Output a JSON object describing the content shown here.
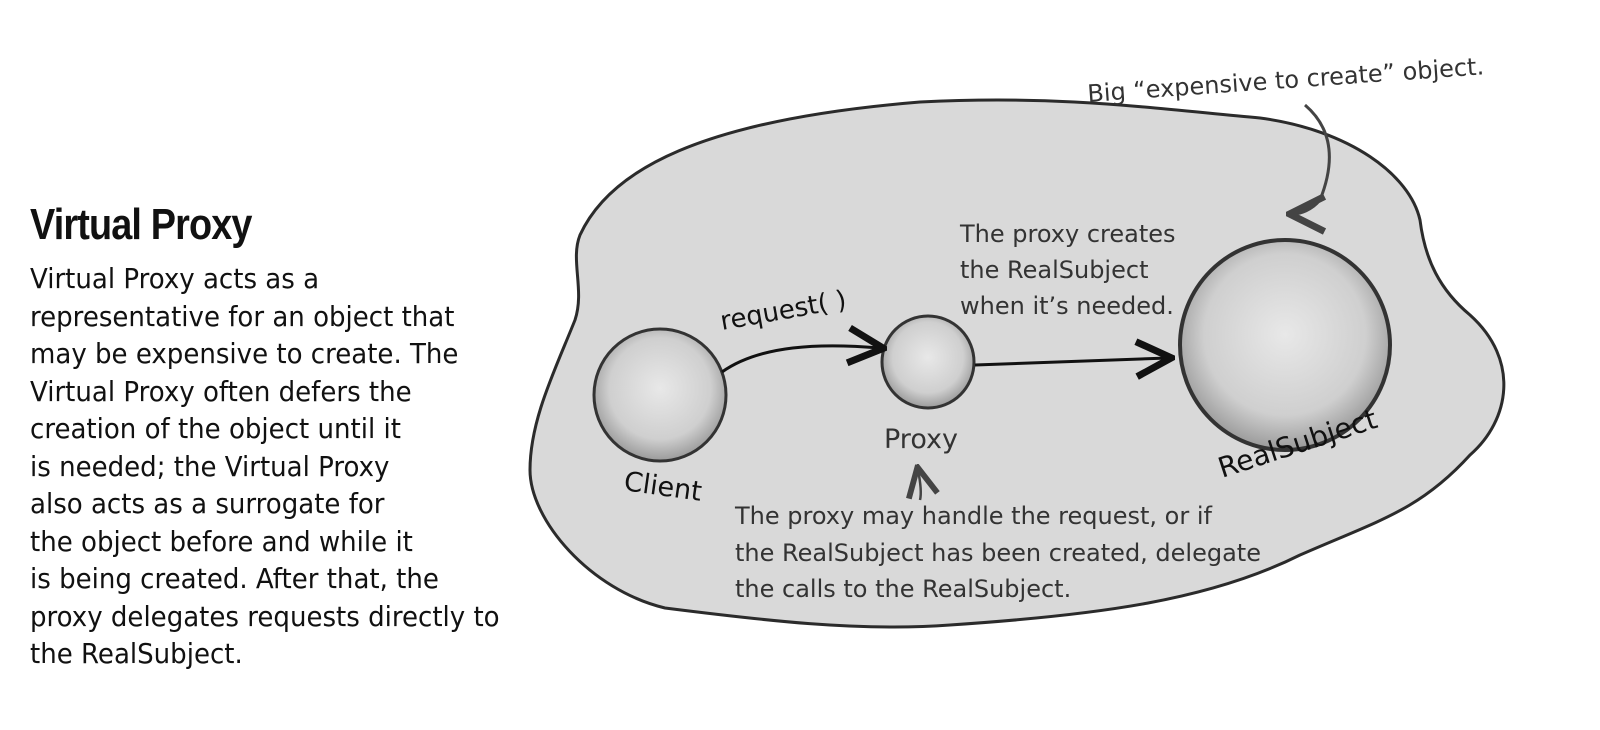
{
  "text_block": {
    "title": "Virtual Proxy",
    "description": "Virtual Proxy acts as a\nrepresentative for an object that\nmay be expensive to create. The\nVirtual Proxy often defers the\ncreation of the object until it\nis needed; the Virtual Proxy\nalso acts as a surrogate for\nthe object before and while it\nis being created.  After that, the\nproxy delegates requests directly to\nthe RealSubject."
  },
  "diagram": {
    "nodes": {
      "client": "Client",
      "proxy": "Proxy",
      "real_subject": "RealSubject"
    },
    "edges": {
      "request": "request( )"
    },
    "annotations": {
      "big_object": "Big “expensive to create” object.",
      "proxy_creates": [
        "The proxy creates",
        "the RealSubject",
        "when it’s needed."
      ],
      "proxy_handles": [
        "The proxy may handle the request, or if",
        "the RealSubject has been created, delegate",
        "the calls to the  RealSubject."
      ]
    },
    "colors": {
      "blob_fill": "#d9d9d9",
      "outline": "#2b2b2b"
    }
  }
}
